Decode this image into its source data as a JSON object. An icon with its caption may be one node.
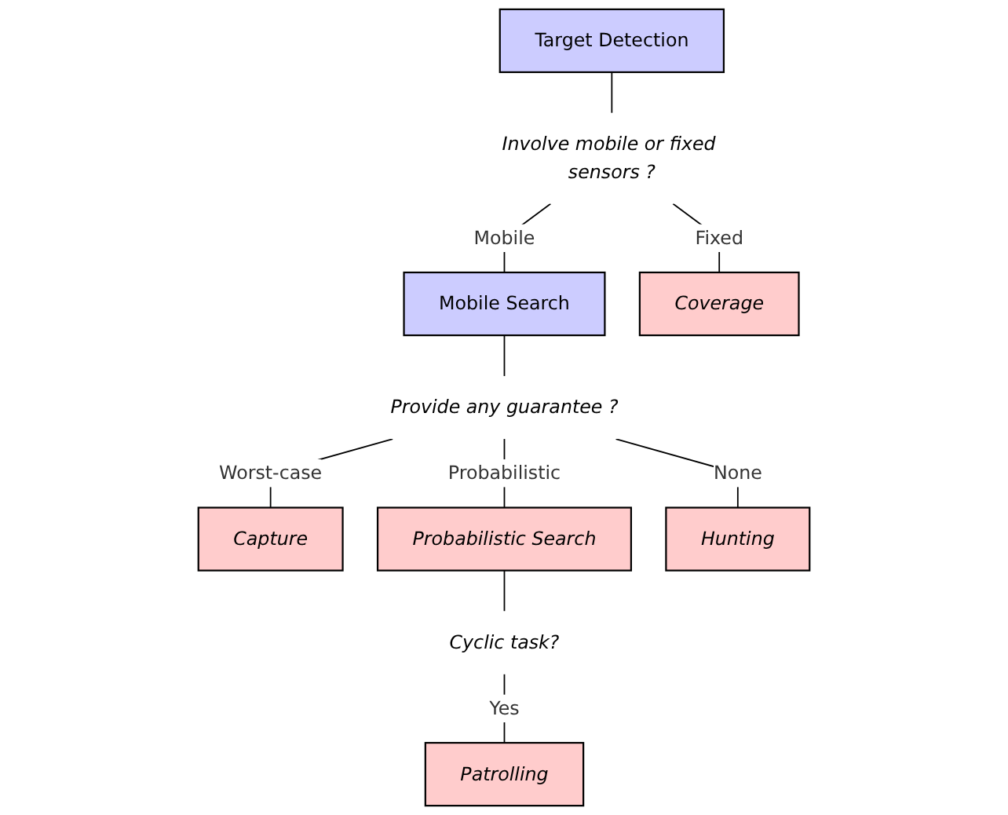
{
  "diagram": {
    "nodes": [
      {
        "text": [
          "Target Detection"
        ]
      },
      {
        "text": [
          "Involve mobile or fixed sensors ?"
        ]
      },
      {
        "text": [
          "Mobile Search"
        ]
      },
      {
        "text": [
          "Coverage"
        ]
      },
      {
        "text": [
          "Provide any guarantee ?"
        ]
      },
      {
        "text": [
          "Capture"
        ]
      },
      {
        "text": [
          "Probabilistic Search"
        ]
      },
      {
        "text": [
          "Hunting"
        ]
      },
      {
        "text": [
          "Cyclic task?"
        ]
      },
      {
        "text": [
          "Patrolling"
        ]
      }
    ],
    "edges": [
      {
        "from": 0,
        "to": 1,
        "arrow": "none"
      },
      {
        "from": 1,
        "to": 2,
        "label": "Mobile",
        "arrow": "none"
      },
      {
        "from": 1,
        "to": 3,
        "label": "Fixed",
        "arrow": "none"
      },
      {
        "from": 2,
        "to": 4,
        "arrow": "none"
      },
      {
        "from": 4,
        "to": 5,
        "label": "Worst-case",
        "arrow": "none"
      },
      {
        "from": 4,
        "to": 6,
        "label": "Probabilistic",
        "arrow": "none"
      },
      {
        "from": 4,
        "to": 7,
        "label": "None",
        "arrow": "none"
      },
      {
        "from": 6,
        "to": 8,
        "arrow": "none"
      },
      {
        "from": 8,
        "to": 9,
        "label": "Yes",
        "arrow": "none"
      }
    ]
  }
}
